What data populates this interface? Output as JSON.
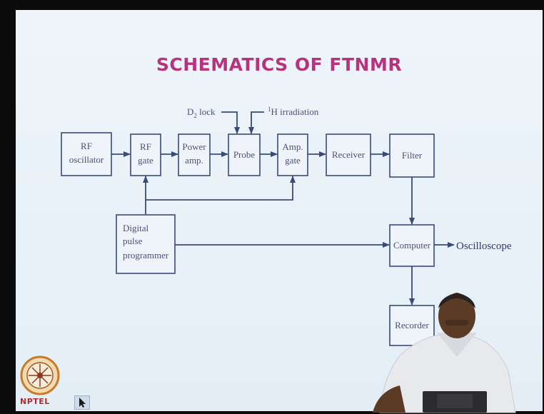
{
  "slide": {
    "title": "SCHEMATICS OF FTNMR"
  },
  "diagram": {
    "inputs": {
      "d2_lock_prefix": "D",
      "d2_lock_sub": "2",
      "d2_lock_suffix": " lock",
      "h_irradiation_sup": "1",
      "h_irradiation_suffix": "H irradiation"
    },
    "blocks": {
      "rf_oscillator": [
        "RF",
        "oscillator"
      ],
      "rf_gate": [
        "RF",
        "gate"
      ],
      "power_amp": [
        "Power",
        "amp."
      ],
      "probe": [
        "Probe"
      ],
      "amp_gate": [
        "Amp.",
        "gate"
      ],
      "receiver": [
        "Receiver"
      ],
      "filter": [
        "Filter"
      ],
      "digital_pulse_programmer": [
        "Digital",
        "pulse",
        "programmer"
      ],
      "computer": [
        "Computer"
      ],
      "recorder": [
        "Recorder"
      ]
    },
    "output_label": "Oscilloscope"
  },
  "logo": {
    "text": "NPTEL",
    "icon": "nptel-logo-icon"
  },
  "colors": {
    "title": "#b8337e",
    "diagram_line": "#3a4a7a",
    "slide_bg": "#eef5fa",
    "frame": "#0b0b0b"
  }
}
